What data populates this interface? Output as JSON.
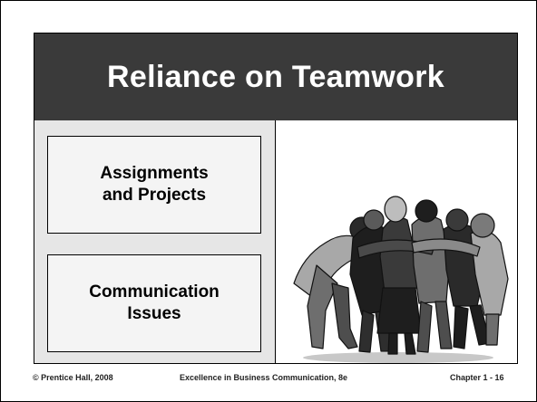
{
  "slide": {
    "title": "Reliance on Teamwork",
    "topics": [
      {
        "label": "Assignments\nand Projects"
      },
      {
        "label": "Communication\nIssues"
      }
    ],
    "image_icon": "team-huddle-clipart"
  },
  "footer": {
    "copyright": "© Prentice Hall, 2008",
    "book": "Excellence in Business Communication, 8e",
    "chapter": "Chapter 1 - 16"
  },
  "colors": {
    "title_bar": "#3a3a3a",
    "left_panel": "#e6e6e6",
    "box_fill": "#f4f4f4",
    "figure_dark": "#1e1e1e",
    "figure_mid": "#6e6e6e",
    "figure_light": "#a8a8a8"
  }
}
